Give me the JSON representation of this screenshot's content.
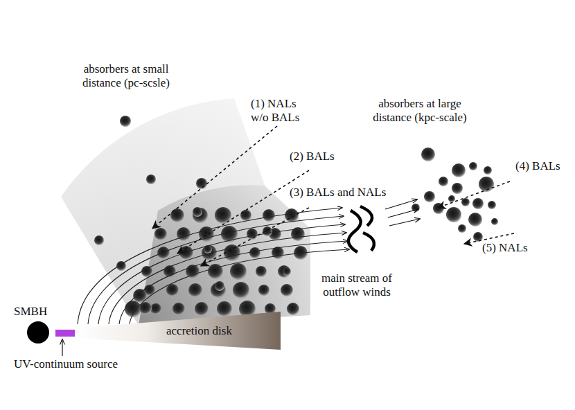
{
  "diagram": {
    "nodes": [
      {
        "text": [
          "SMBH"
        ]
      },
      {
        "text": [
          "accretion disk"
        ]
      }
    ],
    "labels": [
      "absorbers at small distance (pc-scsle)",
      "absorbers at large distance (kpc-scale)",
      "(1) NALs w/o BALs",
      "(2) BALs",
      "(3) BALs and NALs",
      "main stream of outflow winds",
      "(4) BALs",
      "(5) NALs",
      "UV-continuum source"
    ]
  }
}
